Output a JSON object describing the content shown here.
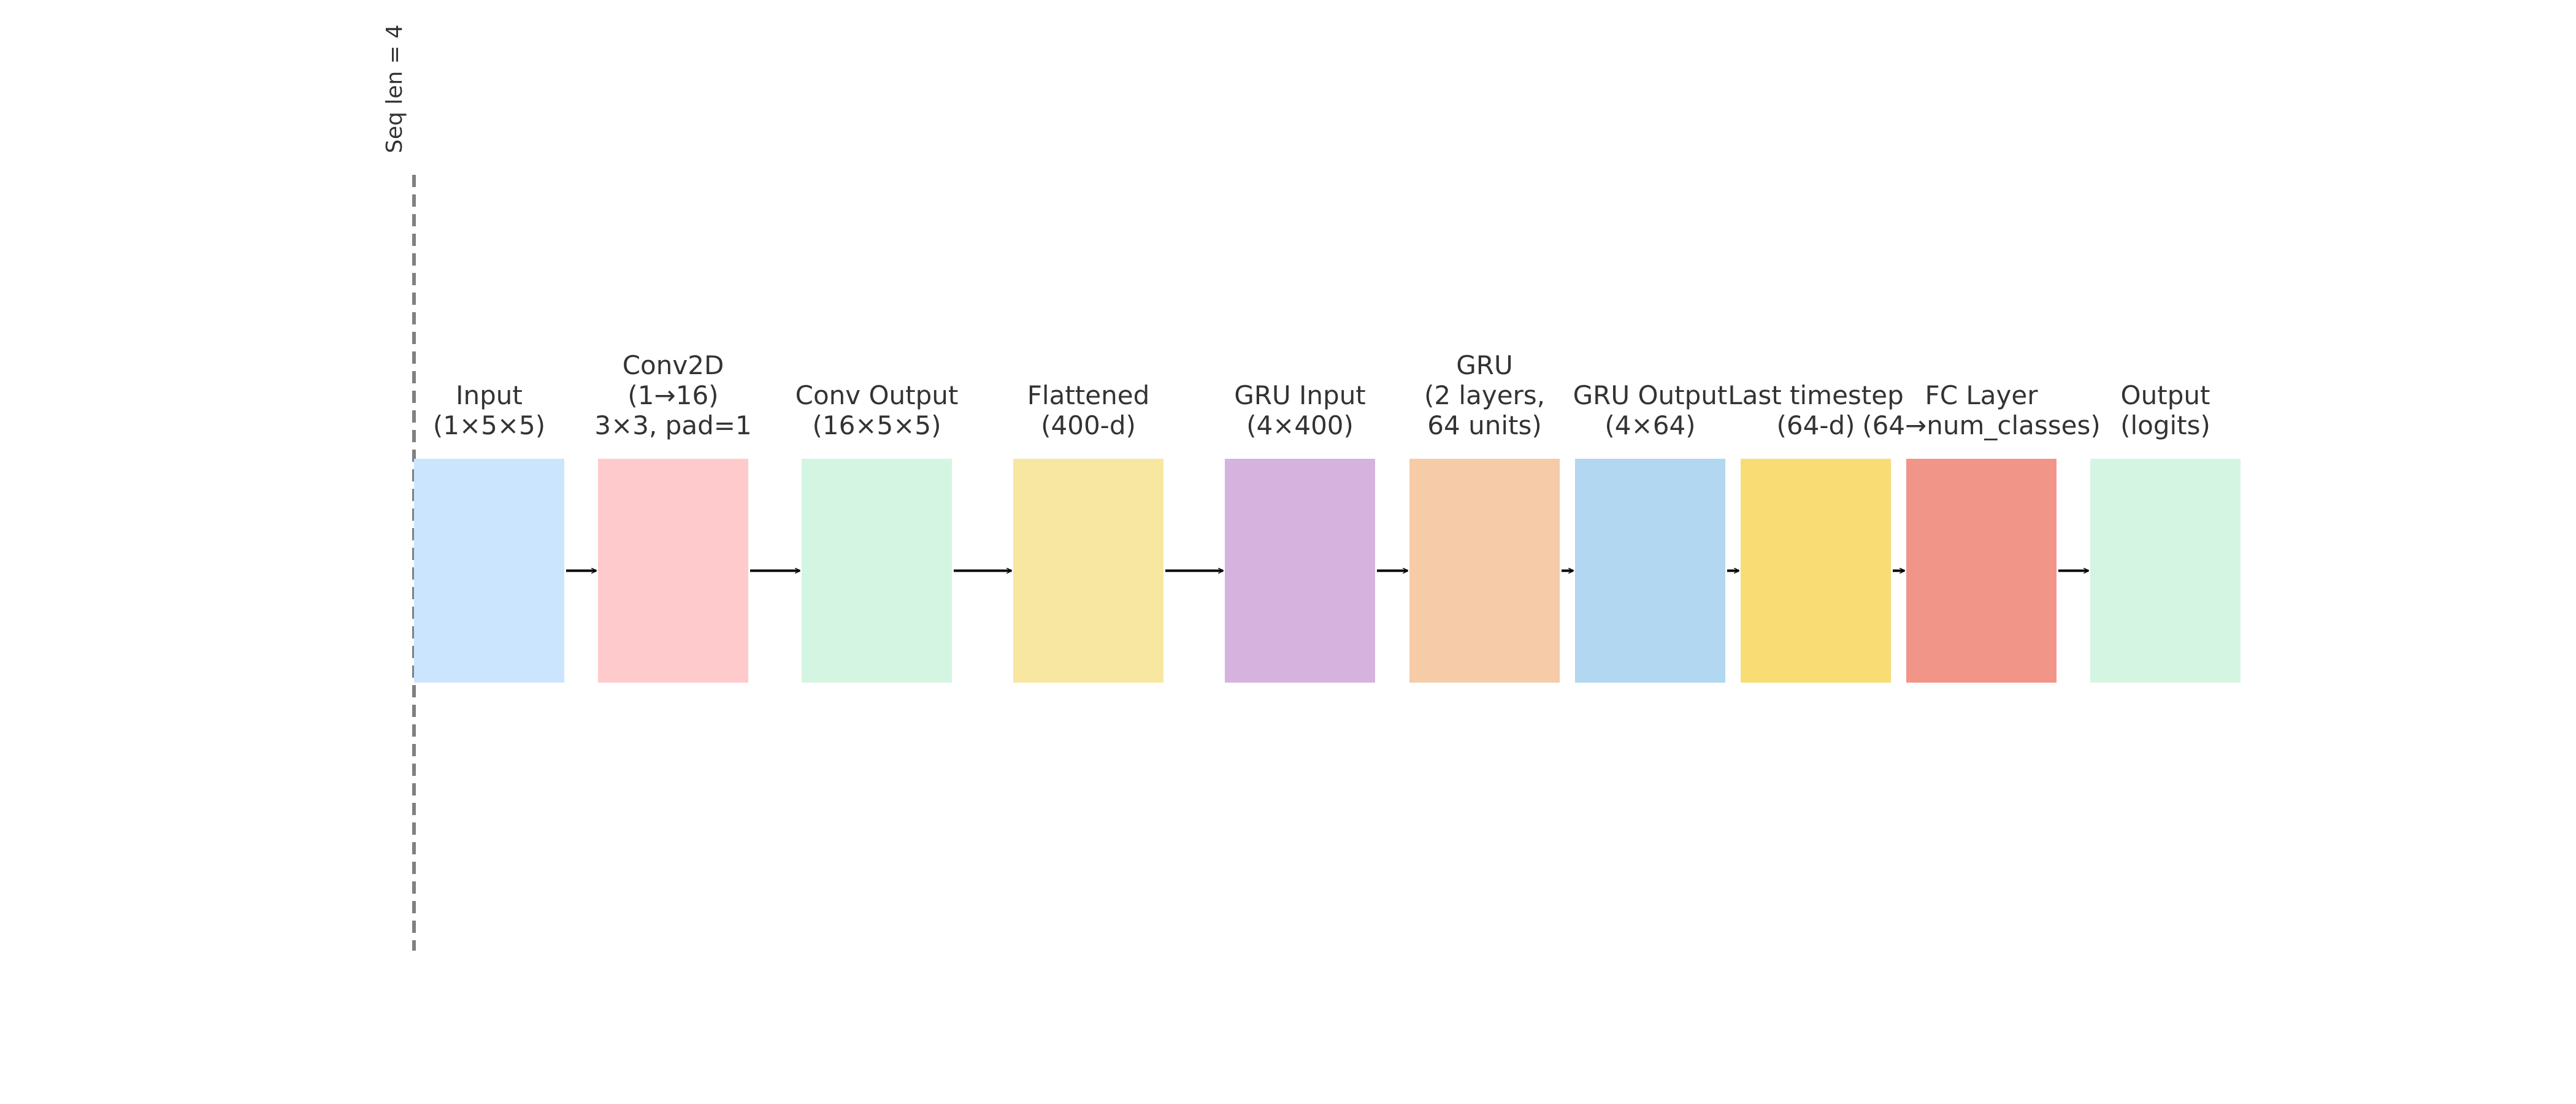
{
  "sequence_note": "Seq len = 4",
  "blocks": [
    {
      "id": "input",
      "lines": [
        "Input",
        "(1×5×5)"
      ],
      "color": "#cce5ff"
    },
    {
      "id": "conv2d",
      "lines": [
        "Conv2D",
        "(1→16)",
        "3×3, pad=1"
      ],
      "color": "#ffcacc"
    },
    {
      "id": "conv-output",
      "lines": [
        "Conv Output",
        "(16×5×5)"
      ],
      "color": "#d4f5e2"
    },
    {
      "id": "flattened",
      "lines": [
        "Flattened",
        "(400-d)"
      ],
      "color": "#f8e7a0"
    },
    {
      "id": "gru-input",
      "lines": [
        "GRU Input",
        "(4×400)"
      ],
      "color": "#d5b3de"
    },
    {
      "id": "gru",
      "lines": [
        "GRU",
        "(2 layers,",
        "64 units)"
      ],
      "color": "#f6cba7"
    },
    {
      "id": "gru-output",
      "lines": [
        "GRU Output",
        "(4×64)"
      ],
      "color": "#b1d7f1"
    },
    {
      "id": "last-timestep",
      "lines": [
        "Last timestep",
        "(64-d)"
      ],
      "color": "#f7dd74"
    },
    {
      "id": "fc-layer",
      "lines": [
        "FC Layer",
        "(64→num_classes)"
      ],
      "color": "#f29589"
    },
    {
      "id": "output",
      "lines": [
        "Output",
        "(logits)"
      ],
      "color": "#d4f5e2"
    }
  ],
  "colors": {
    "arrow": "#000000",
    "divider": "#808080",
    "text": "#333333"
  }
}
